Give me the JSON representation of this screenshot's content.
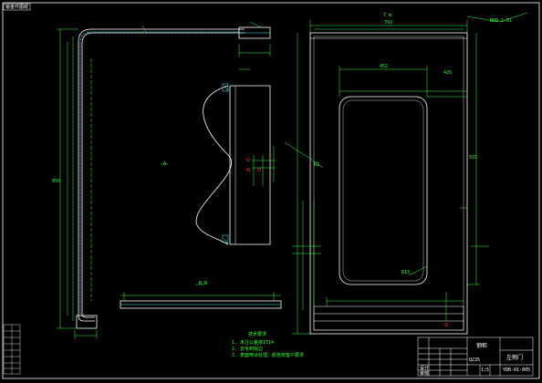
{
  "drawing": {
    "corner_label": "钣金件图纸",
    "front_view_label": "A",
    "front_view_label2": "B-B",
    "side_top_dim": "7 m",
    "side_top_dim_sub": "792",
    "side_inner_dim": "452",
    "side_mid_dim": "425",
    "side_vert_dim": "515",
    "left_height_dim": "950",
    "callout_right": "NDB-2-01",
    "callout_cut": "R1",
    "callout_bottom": "R13",
    "note_heading": "技术要求",
    "notes": [
      "1. 未注公差按IT14",
      "2. 去毛刺锐边",
      "3. 表面喷涂处理，颜色按客户要求"
    ]
  },
  "title_block": {
    "company": "钢柜",
    "part_name": "左侧门",
    "drawing_no": "YDB-01-005",
    "scale": "1:5",
    "material": "Q235",
    "designer": "设计",
    "checker": "审核"
  },
  "colors": {
    "background": "#000000",
    "outline": "#ffffff",
    "dimension": "#33ff33",
    "center": "#ff3333",
    "highlight": "#33ffff"
  }
}
